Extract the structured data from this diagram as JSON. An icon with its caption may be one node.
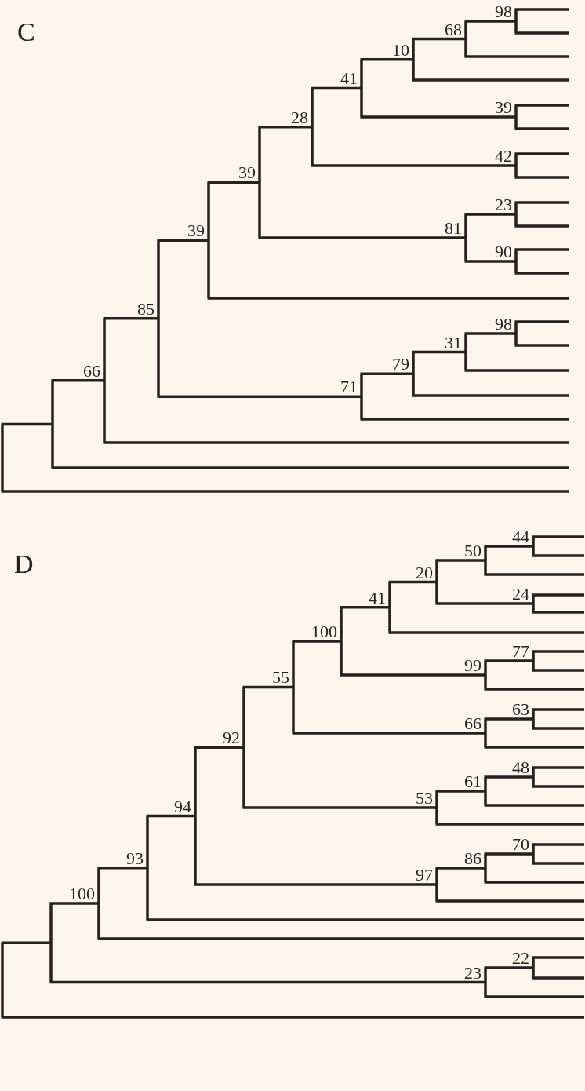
{
  "diagram": {
    "labels": [
      "C",
      "98",
      "68",
      "10",
      "41",
      "28",
      "39",
      "42",
      "39",
      "23",
      "81",
      "90",
      "39",
      "85",
      "98",
      "31",
      "79",
      "71",
      "66",
      "D",
      "44",
      "50",
      "20",
      "24",
      "41",
      "100",
      "77",
      "99",
      "55",
      "63",
      "66",
      "92",
      "48",
      "61",
      "53",
      "94",
      "70",
      "86",
      "97",
      "93",
      "100",
      "22",
      "23"
    ]
  }
}
